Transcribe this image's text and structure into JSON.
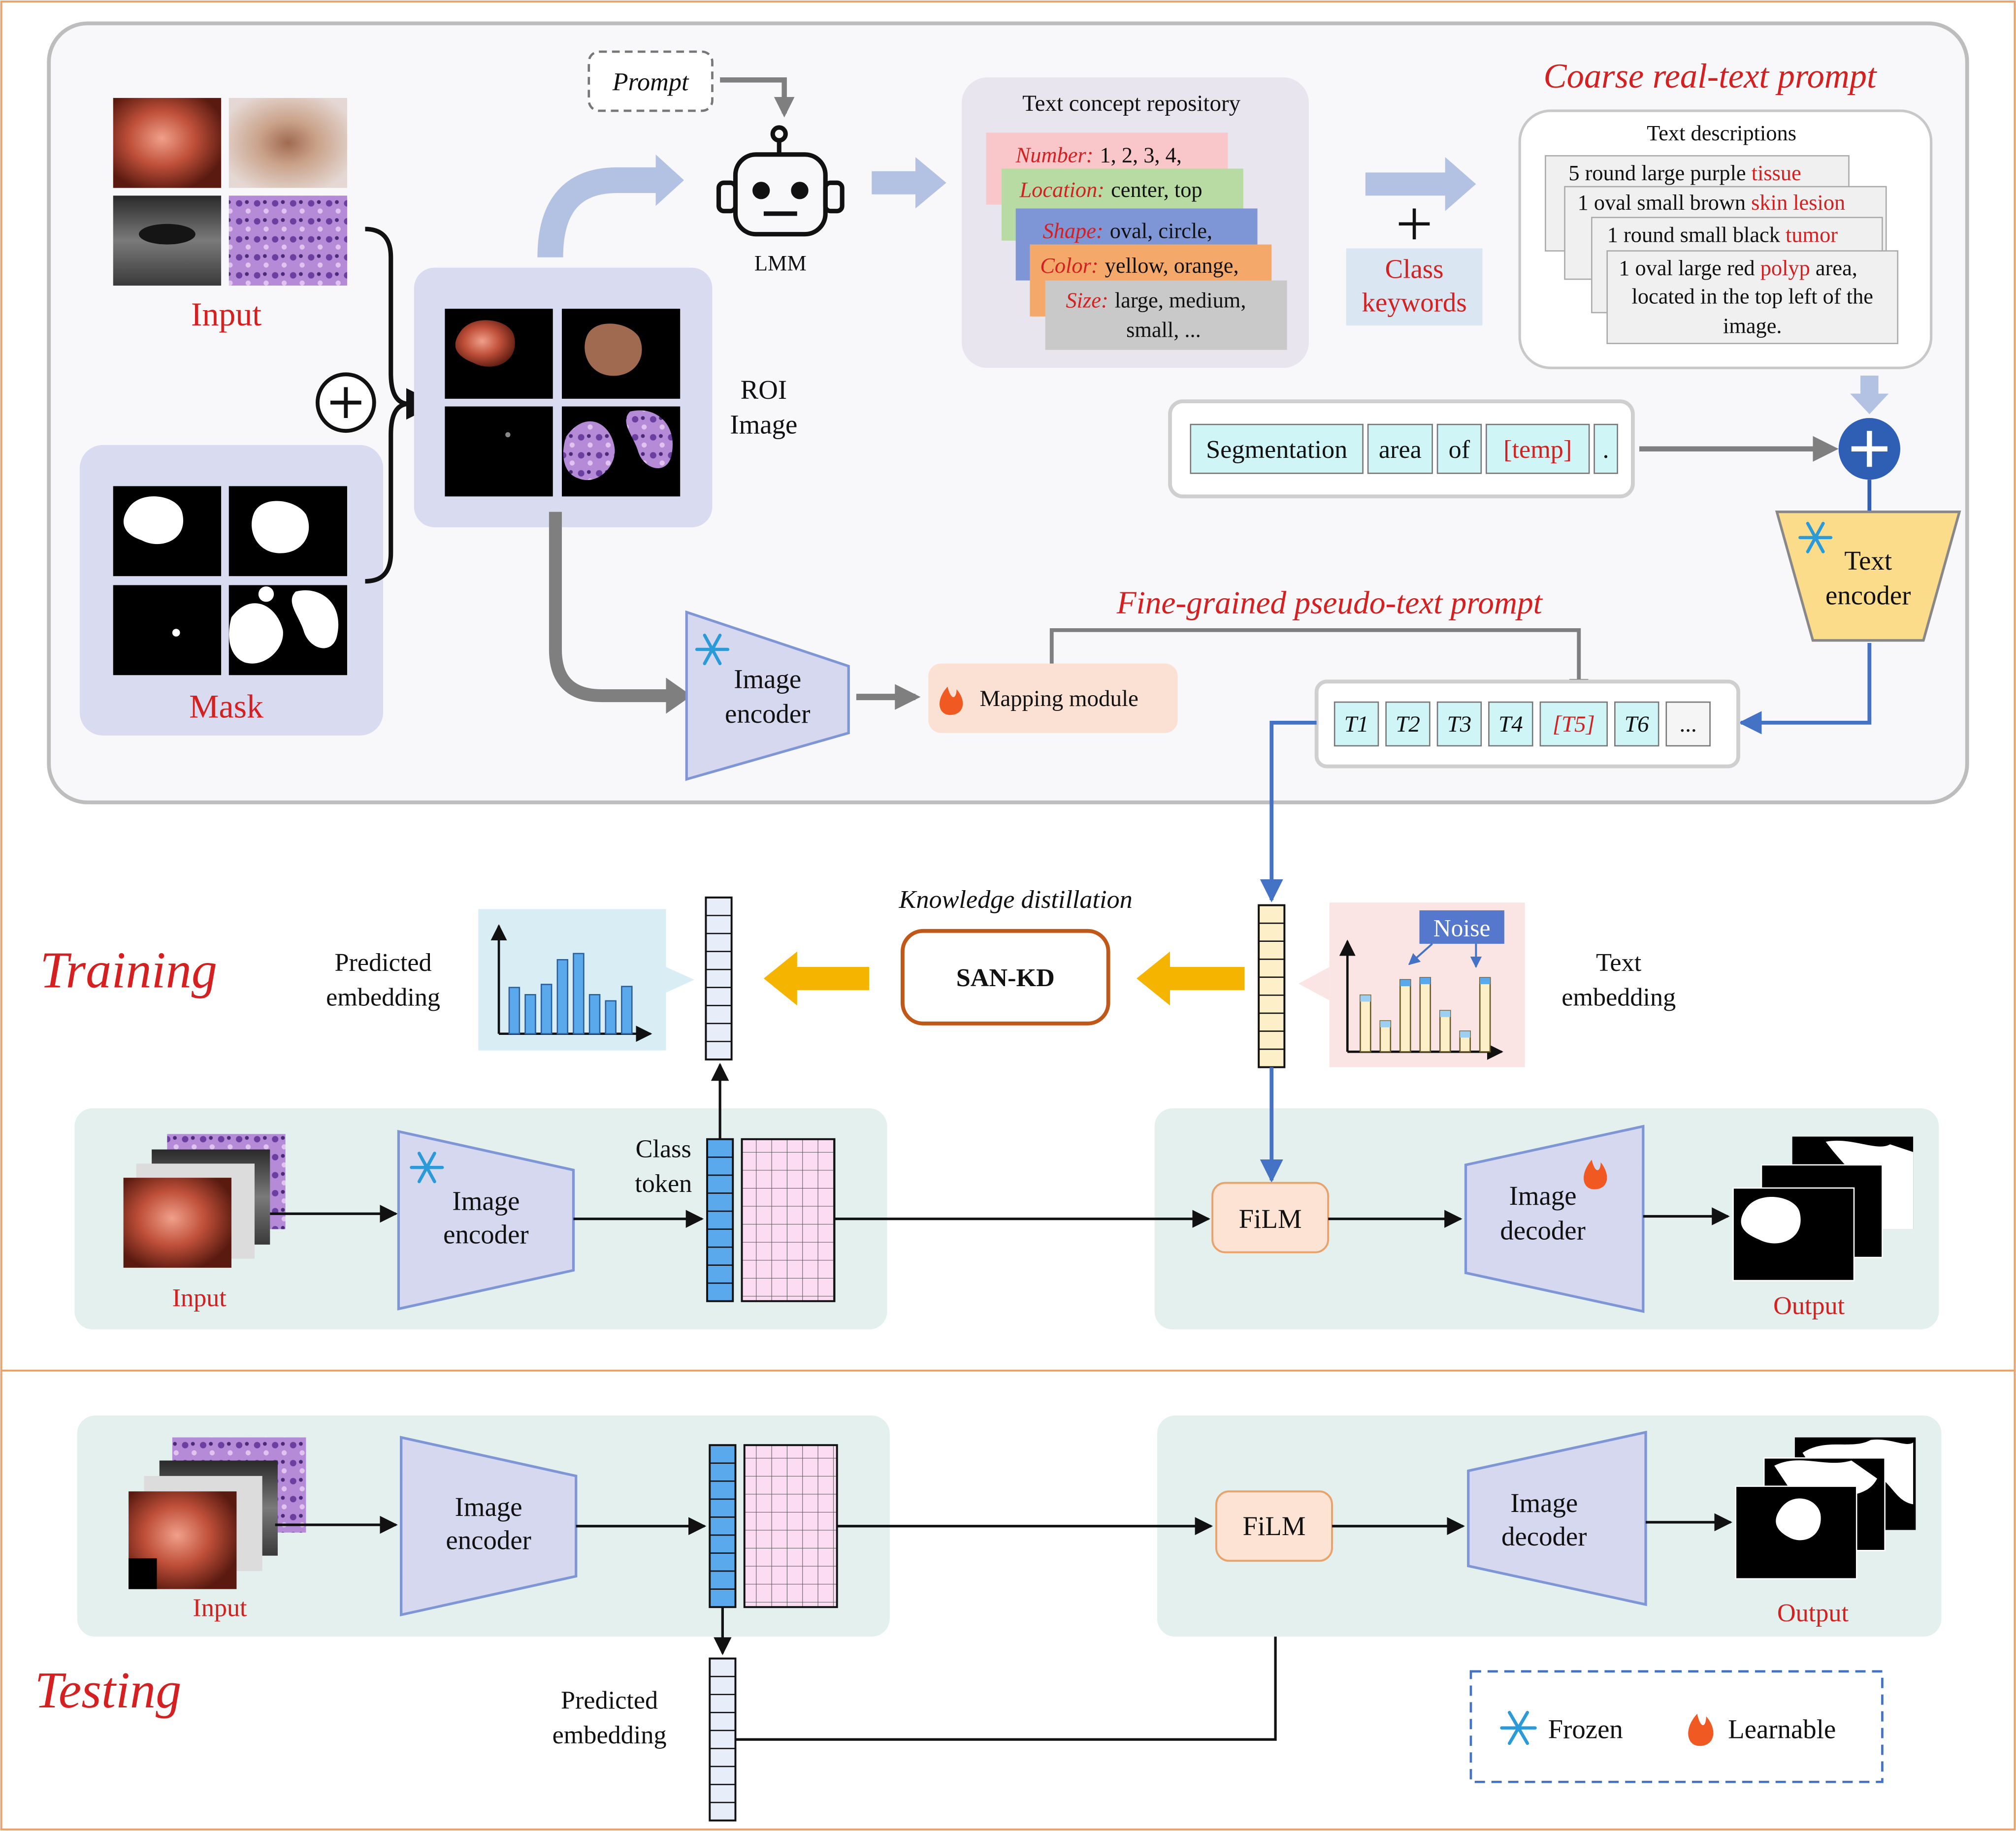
{
  "prompt_label": "Prompt",
  "lmm_label": "LMM",
  "input_label": "Input",
  "mask_label": "Mask",
  "roi_label_line1": "ROI",
  "roi_label_line2": "Image",
  "repo": {
    "title": "Text concept repository",
    "cards": [
      {
        "key": "Number:",
        "value": "1, 2, 3, 4,",
        "color": "#f9c6c9"
      },
      {
        "key": "Location:",
        "value": "center, top",
        "color": "#b7dba3"
      },
      {
        "key": "Shape:",
        "value": "oval, circle,",
        "color": "#7f96d6"
      },
      {
        "key": "Color:",
        "value": "yellow, orange,",
        "color": "#f4a96b"
      },
      {
        "key": "Size:",
        "value": "large, medium,",
        "value2": "small, ...",
        "color": "#c9c9c9"
      }
    ]
  },
  "class_keywords_line1": "Class",
  "class_keywords_line2": "keywords",
  "coarse_title": "Coarse real-text prompt",
  "text_descriptions": {
    "title": "Text descriptions",
    "cards": [
      {
        "prefix": "5 round large purple ",
        "highlight": "tissue"
      },
      {
        "prefix": "1 oval small brown ",
        "highlight": "skin lesion"
      },
      {
        "prefix": "1 round small black ",
        "highlight": "tumor"
      },
      {
        "prefix": "1 oval large red ",
        "highlight": "polyp",
        "suffix": " area,",
        "line2": "located in the top left of the",
        "line3": "image."
      }
    ]
  },
  "template_tokens": [
    "Segmentation",
    "area",
    "of",
    "[temp]",
    "."
  ],
  "text_encoder_line1": "Text",
  "text_encoder_line2": "encoder",
  "fine_title": "Fine-grained pseudo-text prompt",
  "image_encoder_line1": "Image",
  "image_encoder_line2": "encoder",
  "mapping_module": "Mapping module",
  "pseudo_tokens": [
    "T1",
    "T2",
    "T3",
    "T4",
    "[T5]",
    "T6",
    "..."
  ],
  "training_label": "Training",
  "testing_label": "Testing",
  "knowledge_distillation": "Knowledge distillation",
  "san_kd": "SAN-KD",
  "predicted_embedding_line1": "Predicted",
  "predicted_embedding_line2": "embedding",
  "text_embedding_line1": "Text",
  "text_embedding_line2": "embedding",
  "noise_label": "Noise",
  "class_token_line1": "Class",
  "class_token_line2": "token",
  "film_label": "FiLM",
  "image_decoder_line1": "Image",
  "image_decoder_line2": "decoder",
  "output_label": "Output",
  "legend": {
    "frozen": "Frozen",
    "learnable": "Learnable"
  },
  "colors": {
    "red_text": "#d42020",
    "arrow_blue": "#4472c4",
    "arrow_gray": "#7f7f7f",
    "arrow_gold": "#f4b400",
    "panel_teal": "#e3f0ee",
    "encoder_fill": "#d5d8ee",
    "film_fill": "#fde3d3",
    "border_orange": "#e8a26b"
  },
  "charts": {
    "predicted_embedding_bars": [
      0.45,
      0.38,
      0.48,
      0.72,
      0.78,
      0.38,
      0.32,
      0.46
    ],
    "text_embedding_bars": [
      0.55,
      0.3,
      0.7,
      0.72,
      0.4,
      0.2,
      0.72
    ],
    "text_embedding_noise_bars": [
      2,
      3,
      6
    ]
  }
}
